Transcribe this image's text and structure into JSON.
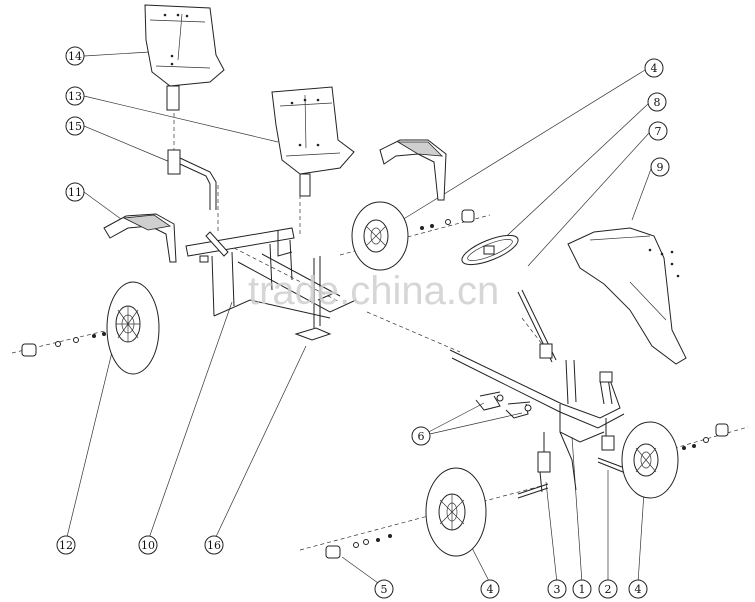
{
  "watermark": "trade.china.cn",
  "callouts": [
    {
      "id": "c14",
      "label": "14"
    },
    {
      "id": "c13",
      "label": "13"
    },
    {
      "id": "c15",
      "label": "15"
    },
    {
      "id": "c11",
      "label": "11"
    },
    {
      "id": "c12",
      "label": "12"
    },
    {
      "id": "c10",
      "label": "10"
    },
    {
      "id": "c16",
      "label": "16"
    },
    {
      "id": "c4a",
      "label": "4"
    },
    {
      "id": "c8",
      "label": "8"
    },
    {
      "id": "c7",
      "label": "7"
    },
    {
      "id": "c9",
      "label": "9"
    },
    {
      "id": "c6",
      "label": "6"
    },
    {
      "id": "c5",
      "label": "5"
    },
    {
      "id": "c4b",
      "label": "4"
    },
    {
      "id": "c3",
      "label": "3"
    },
    {
      "id": "c1",
      "label": "1"
    },
    {
      "id": "c2",
      "label": "2"
    },
    {
      "id": "c4c",
      "label": "4"
    }
  ]
}
